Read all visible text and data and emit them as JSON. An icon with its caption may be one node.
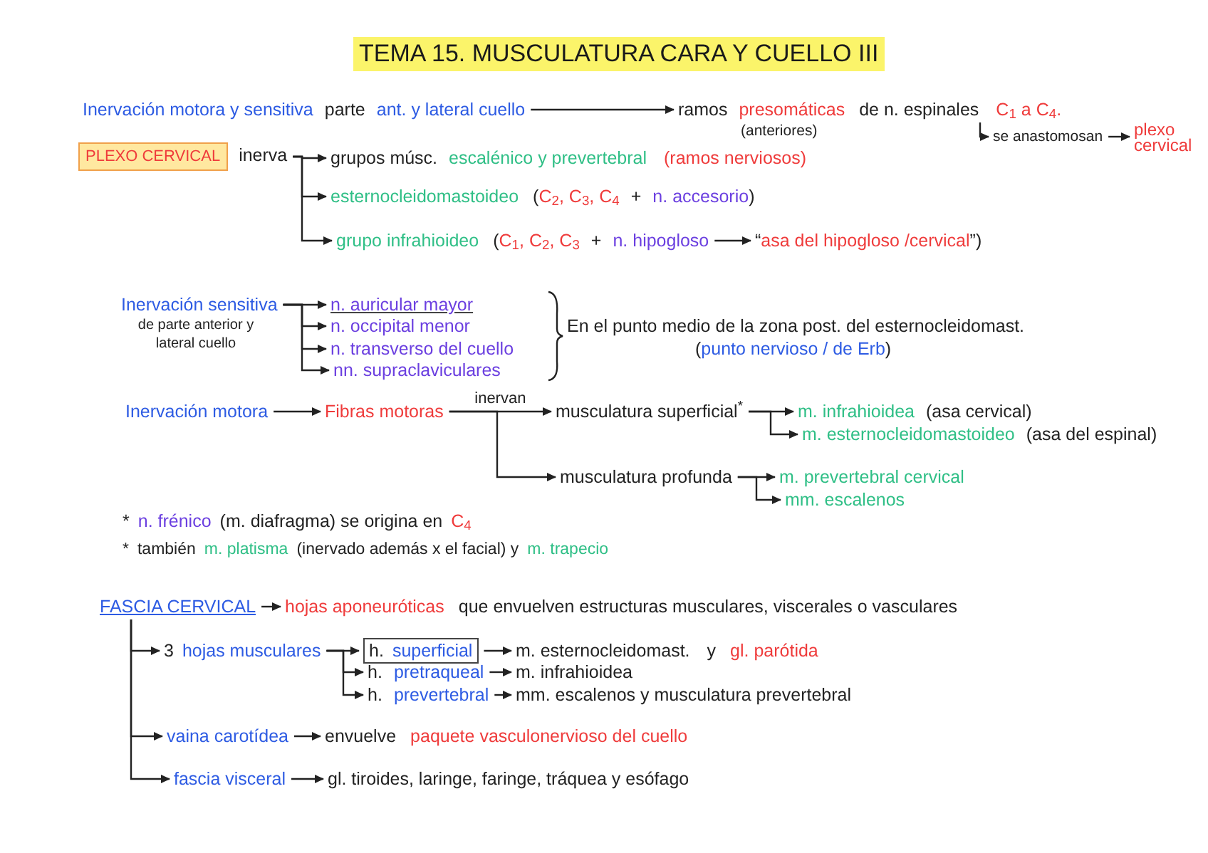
{
  "diagram": {
    "title": "TEMA 15. MUSCULATURA CARA Y CUELLO III",
    "nodes": [
      {
        "text": [
          "Inervación motora y sensitiva",
          "parte",
          "ant. y lateral cuello"
        ]
      },
      {
        "text": [
          "ramos",
          "presomáticas",
          "(anteriores)",
          "de n. espinales",
          "C$_{1}$ a C$_{4}$."
        ]
      },
      {
        "text": [
          "se anastomosan"
        ]
      },
      {
        "text": [
          "plexo cervical"
        ]
      },
      {
        "text": [
          "PLEXO CERVICAL"
        ],
        "beside": [
          "inerva"
        ]
      },
      {
        "text": [
          "grupos músc.",
          "escalénico y prevertebral",
          "(ramos nerviosos)"
        ]
      },
      {
        "text": [
          "esternocleidomastoideo",
          "(",
          "C$_{2}$, C$_{3}$, C$_{4}$",
          "+",
          "n. accesorio",
          ")"
        ]
      },
      {
        "text": [
          "grupo infrahioideo",
          "(",
          "C$_{1}$, C$_{2}$, C$_{3}$",
          "+",
          "n. hipogloso"
        ]
      },
      {
        "text": [
          "“",
          "asa del hipogloso /cervical",
          "”)"
        ]
      },
      {
        "text": [
          "Inervación sensitiva",
          "de parte anterior y lateral cuello"
        ]
      },
      {
        "text": [
          "n. auricular mayor"
        ]
      },
      {
        "text": [
          "n. occipital menor"
        ]
      },
      {
        "text": [
          "n. transverso del cuello"
        ]
      },
      {
        "text": [
          "nn. supraclaviculares"
        ]
      },
      {
        "text": [
          "Inervación motora"
        ]
      },
      {
        "text": [
          "Fibras motoras"
        ]
      },
      {
        "text": [
          "musculatura superficial$^{*}$"
        ]
      },
      {
        "text": [
          "m. infrahioidea",
          "(asa cervical)"
        ]
      },
      {
        "text": [
          "m. esternocleidomastoideo",
          "(asa del espinal)"
        ]
      },
      {
        "text": [
          "musculatura profunda"
        ]
      },
      {
        "text": [
          "m. prevertebral cervical"
        ]
      },
      {
        "text": [
          "mm. escalenos"
        ]
      },
      {
        "text": [
          "FASCIA CERVICAL"
        ]
      },
      {
        "text": [
          "hojas aponeuróticas",
          "que envuelven estructuras musculares, viscerales o vasculares"
        ]
      },
      {
        "text": [
          "3",
          "hojas musculares"
        ]
      },
      {
        "text": [
          "h.",
          "superficial"
        ]
      },
      {
        "text": [
          "m. esternocleidomast.",
          "y",
          "gl. parótida"
        ]
      },
      {
        "text": [
          "h.",
          "pretraqueal"
        ]
      },
      {
        "text": [
          "m. infrahioidea"
        ]
      },
      {
        "text": [
          "h.",
          "prevertebral"
        ]
      },
      {
        "text": [
          "mm. escalenos y musculatura prevertebral"
        ]
      },
      {
        "text": [
          "vaina carotídea"
        ]
      },
      {
        "text": [
          "envuelve",
          "paquete vasculonervioso del cuello"
        ]
      },
      {
        "text": [
          "fascia visceral"
        ]
      },
      {
        "text": [
          "gl. tiroides, laringe, faringe, tráquea y esófago"
        ]
      }
    ],
    "edges": [
      {
        "from": 0,
        "to": 1,
        "arrow": "to"
      },
      {
        "from": 1,
        "to": 2,
        "arrow": "to"
      },
      {
        "from": 2,
        "to": 3,
        "arrow": "to"
      },
      {
        "from": 4,
        "to": 5,
        "arrow": "to"
      },
      {
        "from": 4,
        "to": 6,
        "arrow": "to"
      },
      {
        "from": 4,
        "to": 7,
        "arrow": "to"
      },
      {
        "from": 7,
        "to": 8,
        "arrow": "to"
      },
      {
        "from": 9,
        "to": 10,
        "arrow": "to"
      },
      {
        "from": 9,
        "to": 11,
        "arrow": "to"
      },
      {
        "from": 9,
        "to": 12,
        "arrow": "to"
      },
      {
        "from": 9,
        "to": 13,
        "arrow": "to"
      },
      {
        "from": 14,
        "to": 15,
        "arrow": "to"
      },
      {
        "from": 15,
        "to": 16,
        "arrow": "to",
        "label": "inervan"
      },
      {
        "from": 15,
        "to": 19,
        "arrow": "to"
      },
      {
        "from": 16,
        "to": 17,
        "arrow": "to"
      },
      {
        "from": 16,
        "to": 18,
        "arrow": "to"
      },
      {
        "from": 19,
        "to": 20,
        "arrow": "to"
      },
      {
        "from": 19,
        "to": 21,
        "arrow": "to"
      },
      {
        "from": 22,
        "to": 23,
        "arrow": "to"
      },
      {
        "from": 22,
        "to": 24,
        "arrow": "to"
      },
      {
        "from": 22,
        "to": 31,
        "arrow": "to"
      },
      {
        "from": 22,
        "to": 33,
        "arrow": "to"
      },
      {
        "from": 24,
        "to": 25,
        "arrow": "to"
      },
      {
        "from": 24,
        "to": 27,
        "arrow": "to"
      },
      {
        "from": 24,
        "to": 29,
        "arrow": "to"
      },
      {
        "from": 25,
        "to": 26,
        "arrow": "to"
      },
      {
        "from": 27,
        "to": 28,
        "arrow": "to"
      },
      {
        "from": 29,
        "to": 30,
        "arrow": "to"
      },
      {
        "from": 31,
        "to": 32,
        "arrow": "to"
      },
      {
        "from": 33,
        "to": 34,
        "arrow": "to"
      }
    ],
    "labels": [
      "En el punto medio de la zona post. del esternocleidomast.",
      "(",
      "punto nervioso / de Erb",
      ")",
      "*",
      "n. frénico",
      "(m. diafragma) se origina en",
      "C$_{4}$",
      "*",
      "también",
      "m. platisma",
      "(inervado además x el facial) y",
      "m. trapecio"
    ]
  }
}
